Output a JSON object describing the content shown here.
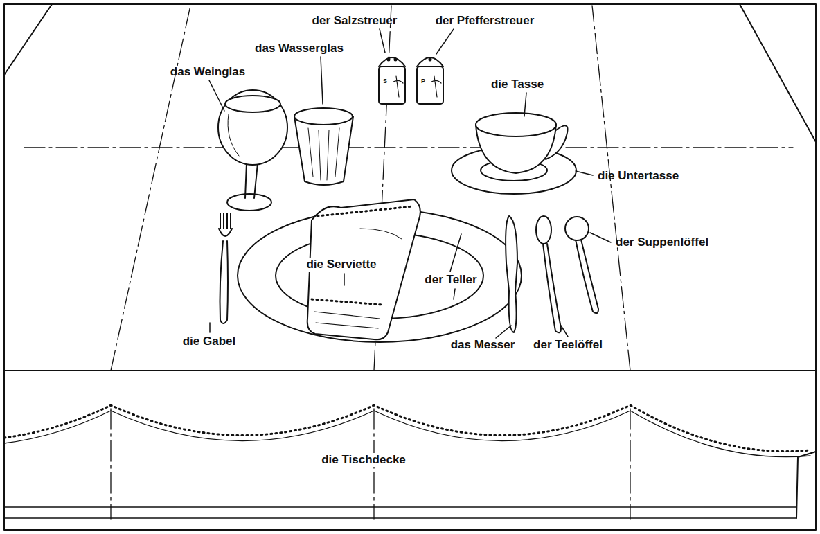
{
  "diagram": {
    "labels": [
      "der Salzstreuer",
      "der Pfefferstreuer",
      "das Wasserglas",
      "das Weinglas",
      "die Tasse",
      "S",
      "P",
      "die Untertasse",
      "der Suppenlöffel",
      "die Serviette",
      "der Teller",
      "die Gabel",
      "das Messer",
      "der Teelöffel",
      "die Tischdecke"
    ]
  }
}
